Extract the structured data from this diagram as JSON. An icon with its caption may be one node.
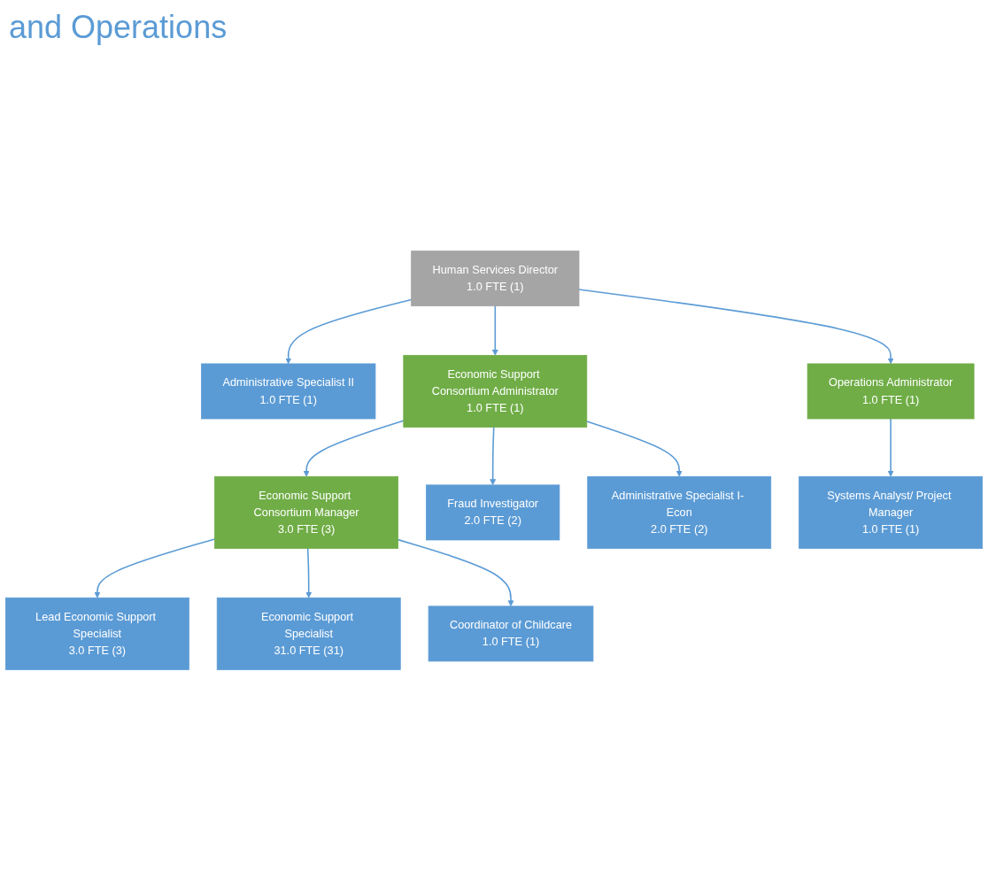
{
  "diagram": {
    "title": "and Operations",
    "nodes": [
      {
        "text": [
          "Human Services Director",
          "1.0 FTE (1)"
        ]
      },
      {
        "text": [
          "Administrative Specialist II",
          "1.0 FTE (1)"
        ]
      },
      {
        "text": [
          "Economic Support Consortium Administrator",
          "1.0 FTE (1)"
        ]
      },
      {
        "text": [
          "Operations Administrator",
          "1.0 FTE (1)"
        ]
      },
      {
        "text": [
          "Economic Support Consortium Manager",
          "3.0 FTE (3)"
        ]
      },
      {
        "text": [
          "Systems Analyst/ Project Manager",
          "1.0 FTE (1)"
        ]
      },
      {
        "text": [
          "Lead Economic Support Specialist",
          "3.0 FTE (3)"
        ]
      },
      {
        "text": [
          "Fraud Investigator",
          "2.0 FTE (2)"
        ]
      },
      {
        "text": [
          "Economic Support Specialist",
          "31.0 FTE (31)"
        ]
      },
      {
        "text": [
          "Administrative Specialist I- Econ",
          "2.0 FTE (2)"
        ]
      },
      {
        "text": [
          "Coordinator of Childcare",
          "1.0 FTE (1)"
        ]
      }
    ],
    "edges": [
      {
        "from": 0,
        "to": 1,
        "arrow": "to"
      },
      {
        "from": 0,
        "to": 2,
        "arrow": "to"
      },
      {
        "from": 0,
        "to": 3,
        "arrow": "to"
      },
      {
        "from": 2,
        "to": 4,
        "arrow": "to"
      },
      {
        "from": 2,
        "to": 7,
        "arrow": "to"
      },
      {
        "from": 2,
        "to": 9,
        "arrow": "to"
      },
      {
        "from": 3,
        "to": 5,
        "arrow": "to"
      },
      {
        "from": 4,
        "to": 6,
        "arrow": "to"
      },
      {
        "from": 4,
        "to": 8,
        "arrow": "to"
      },
      {
        "from": 4,
        "to": 10,
        "arrow": "to"
      }
    ]
  }
}
